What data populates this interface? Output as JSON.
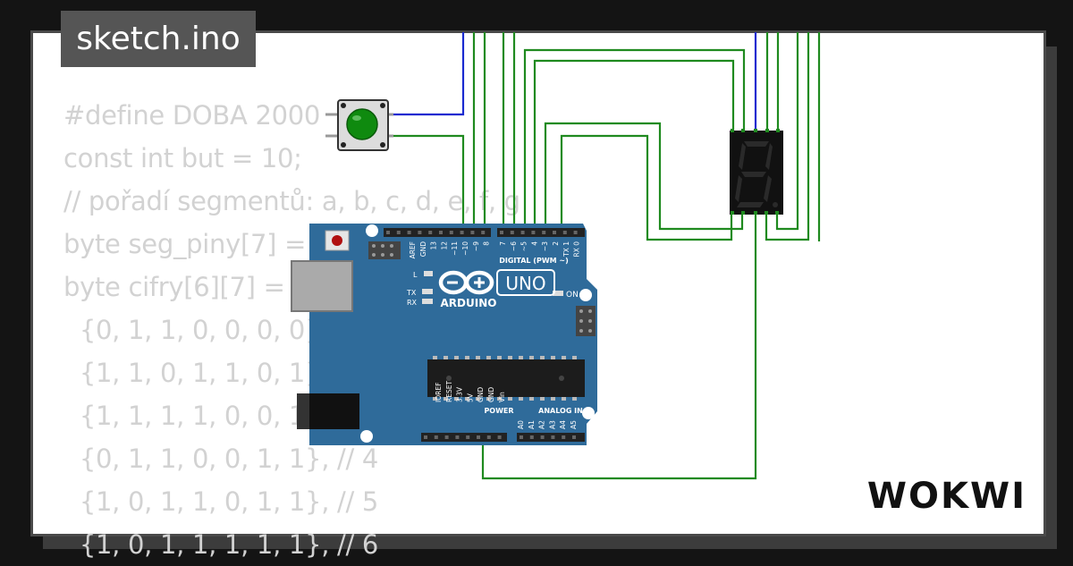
{
  "title": "sketch.ino",
  "brand": "WOKWI",
  "code_lines": [
    "#define DOBA 2000",
    "const int but = 10;",
    "// pořadí segmentů: a, b, c, d, e, f, g",
    "byte seg_piny[7] = {",
    "byte cifry[6][7] = {",
    "  {0, 1, 1, 0, 0, 0, 0}, // 1",
    "  {1, 1, 0, 1, 1, 0, 1}, // 2",
    "  {1, 1, 1, 1, 0, 0, 1}, // 3",
    "  {0, 1, 1, 0, 0, 1, 1}, // 4",
    "  {1, 0, 1, 1, 0, 1, 1}, // 5",
    "  {1, 0, 1, 1, 1, 1, 1}, // 6"
  ],
  "board": {
    "brand_name": "ARDUINO",
    "model": "UNO",
    "digital_label": "DIGITAL (PWM ~)",
    "power_label": "POWER",
    "analog_label": "ANALOG IN",
    "on_label": "ON",
    "l_label": "L",
    "tx_label": "TX",
    "rx_label": "RX",
    "top_pins": [
      "AREF",
      "GND",
      "13",
      "12",
      "~11",
      "~10",
      "~9",
      "8",
      "7",
      "~6",
      "~5",
      "4",
      "~3",
      "2",
      "TX 1",
      "RX 0"
    ],
    "power_pins": [
      "IOREF",
      "RESET",
      "3.3V",
      "5V",
      "GND",
      "GND",
      "Vin"
    ],
    "analog_pins": [
      "A0",
      "A1",
      "A2",
      "A3",
      "A4",
      "A5"
    ]
  },
  "colors": {
    "board_blue": "#2f6b9a",
    "wire_green": "#1f8a1f",
    "wire_blue": "#1a2ad0",
    "button_green": "#0f8a0f",
    "code_gray": "#d2d2d2"
  }
}
